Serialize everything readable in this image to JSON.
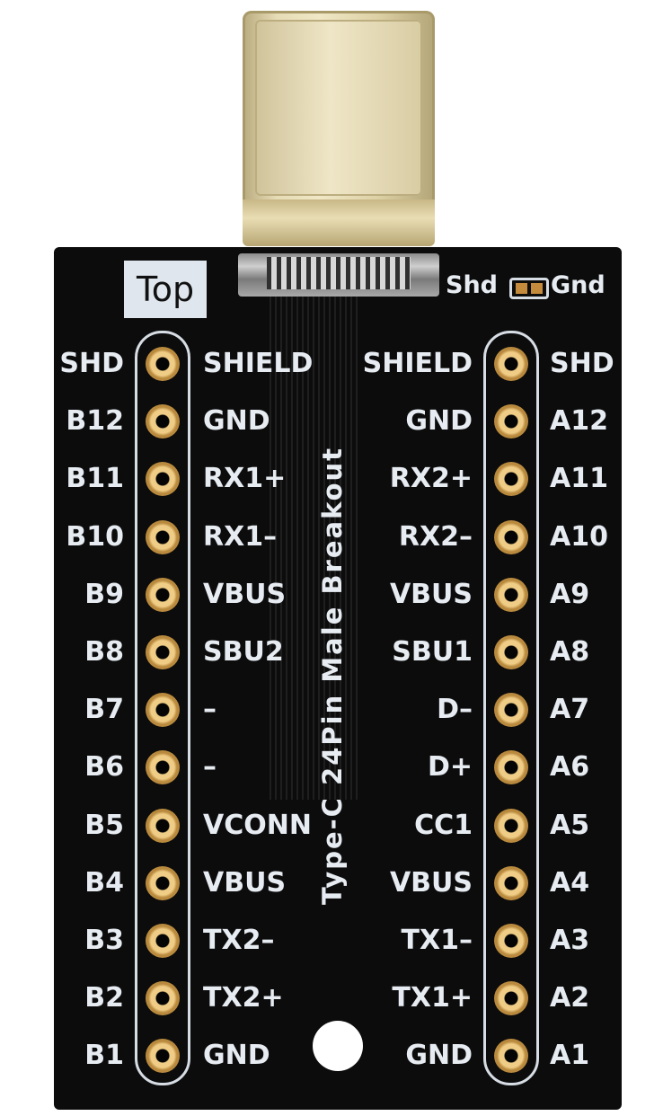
{
  "board": {
    "title": "Type-C 24Pin Male Breakout",
    "top_label": "Top",
    "jumper": {
      "left": "Shd",
      "right": "Gnd"
    }
  },
  "left_pins": [
    {
      "pin": "SHD",
      "signal": "SHIELD"
    },
    {
      "pin": "B12",
      "signal": "GND"
    },
    {
      "pin": "B11",
      "signal": "RX1+"
    },
    {
      "pin": "B10",
      "signal": "RX1–"
    },
    {
      "pin": "B9",
      "signal": "VBUS"
    },
    {
      "pin": "B8",
      "signal": "SBU2"
    },
    {
      "pin": "B7",
      "signal": "–"
    },
    {
      "pin": "B6",
      "signal": "–"
    },
    {
      "pin": "B5",
      "signal": "VCONN"
    },
    {
      "pin": "B4",
      "signal": "VBUS"
    },
    {
      "pin": "B3",
      "signal": "TX2–"
    },
    {
      "pin": "B2",
      "signal": "TX2+"
    },
    {
      "pin": "B1",
      "signal": "GND"
    }
  ],
  "right_pins": [
    {
      "signal": "SHIELD",
      "pin": "SHD"
    },
    {
      "signal": "GND",
      "pin": "A12"
    },
    {
      "signal": "RX2+",
      "pin": "A11"
    },
    {
      "signal": "RX2–",
      "pin": "A10"
    },
    {
      "signal": "VBUS",
      "pin": "A9"
    },
    {
      "signal": "SBU1",
      "pin": "A8"
    },
    {
      "signal": "D–",
      "pin": "A7"
    },
    {
      "signal": "D+",
      "pin": "A6"
    },
    {
      "signal": "CC1",
      "pin": "A5"
    },
    {
      "signal": "VBUS",
      "pin": "A4"
    },
    {
      "signal": "TX1–",
      "pin": "A3"
    },
    {
      "signal": "TX1+",
      "pin": "A2"
    },
    {
      "signal": "GND",
      "pin": "A1"
    }
  ]
}
